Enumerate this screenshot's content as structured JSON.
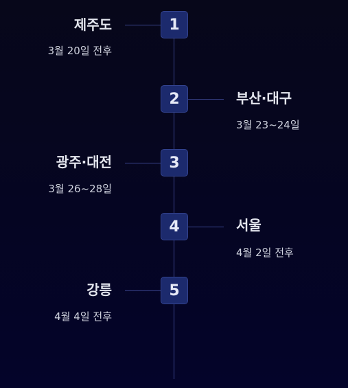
{
  "stops": [
    {
      "number": "1",
      "city": "제주도",
      "date": "3월 20일 전후",
      "side": "left"
    },
    {
      "number": "2",
      "city": "부산·대구",
      "date": "3월 23~24일",
      "side": "right"
    },
    {
      "number": "3",
      "city": "광주·대전",
      "date": "3월 26~28일",
      "side": "left"
    },
    {
      "number": "4",
      "city": "서울",
      "date": "4월 2일 전후",
      "side": "right"
    },
    {
      "number": "5",
      "city": "강릉",
      "date": "4월 4일 전후",
      "side": "left"
    }
  ],
  "colors": {
    "node_fill": "#1c2a6d",
    "line": "#3b4690",
    "text": "#e4e6ee"
  }
}
